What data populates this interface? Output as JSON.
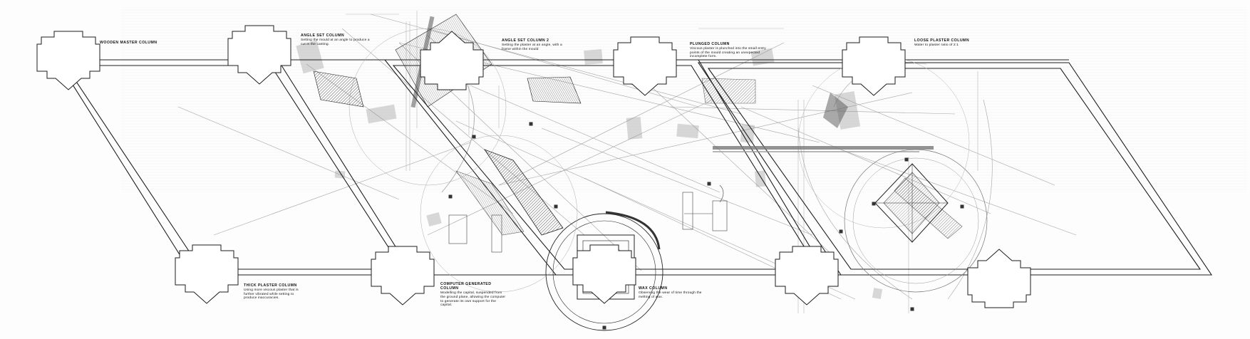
{
  "labels": [
    {
      "key": "wooden",
      "title": "WOODEN MASTER COLUMN",
      "desc": ""
    },
    {
      "key": "angle1",
      "title": "ANGLE SET COLUMN",
      "desc": "Setting the mould at an angle to produce a cut in the casting."
    },
    {
      "key": "angle2",
      "title": "ANGLE SET COLUMN 2",
      "desc": "Setting the plaster at an angle, with a frame within the mould"
    },
    {
      "key": "plunged",
      "title": "PLUNGED COLUMN",
      "desc": "Viscous plaster is plunched into the small entry points of the mould creating an unexpected incomplete form."
    },
    {
      "key": "loose",
      "title": "LOOSE PLASTER COLUMN",
      "desc": "Water to plaster ratio of 2:1"
    },
    {
      "key": "thick",
      "title": "THICK PLASTER COLUMN",
      "desc": "Using more viscous plaster that is further vibrated while setting to produce inaccuracies."
    },
    {
      "key": "computer",
      "title": "COMPUTER GENERATED COLUMN",
      "desc": "Modelling the capital, suspended from the ground plane, allowing the computer to generate its own support for the capital."
    },
    {
      "key": "wax",
      "title": "WAX COLUMN",
      "desc": "Observing the wear of time through the melting of wax."
    }
  ],
  "colors": {
    "line": "#222222",
    "construction": "#9a9a9a",
    "wash": "#8c8c8c",
    "hatch": "#555555"
  },
  "icons": [
    "capital-outline-icon",
    "square-marker-icon"
  ]
}
